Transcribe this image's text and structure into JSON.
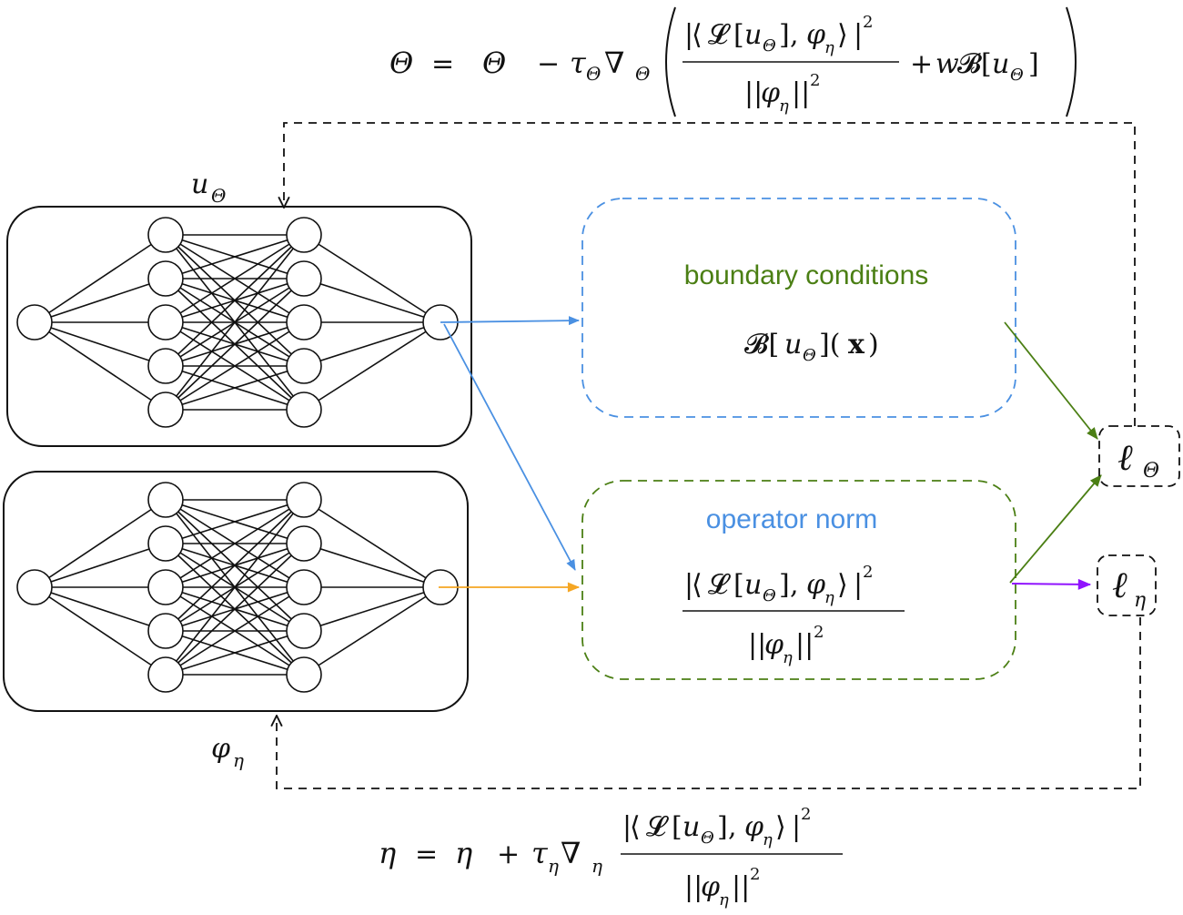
{
  "colors": {
    "blue": "#4a90e2",
    "green": "#4b7f14",
    "orange": "#f5a623",
    "purple": "#9013fe",
    "black": "#111111"
  },
  "networks": {
    "top_label_symbol": "u",
    "top_label_sub": "Θ",
    "bottom_label_symbol": "φ",
    "bottom_label_sub": "η",
    "layers": [
      1,
      5,
      5,
      1
    ]
  },
  "boxes": {
    "boundary": {
      "title": "boundary conditions",
      "formula_parts": [
        "𝓑[",
        "u",
        "Θ",
        "](",
        "x",
        ")"
      ]
    },
    "operator": {
      "title": "operator norm"
    }
  },
  "losses": {
    "theta_symbol": "ℓ",
    "theta_sub": "Θ",
    "eta_symbol": "ℓ",
    "eta_sub": "η"
  },
  "symbols": {
    "Theta": "Θ",
    "eta": "η",
    "tau": "τ",
    "nabla": "∇",
    "equals": "=",
    "minus": "−",
    "plus": "+",
    "w": "w",
    "B": "𝓑",
    "L": "𝓛",
    "u": "u",
    "phi": "φ",
    "bar": "|",
    "dbar": "||",
    "lang": "⟨",
    "rang": "⟩",
    "comma": ",",
    "lbr": "[",
    "rbr": "]",
    "two": "2"
  }
}
